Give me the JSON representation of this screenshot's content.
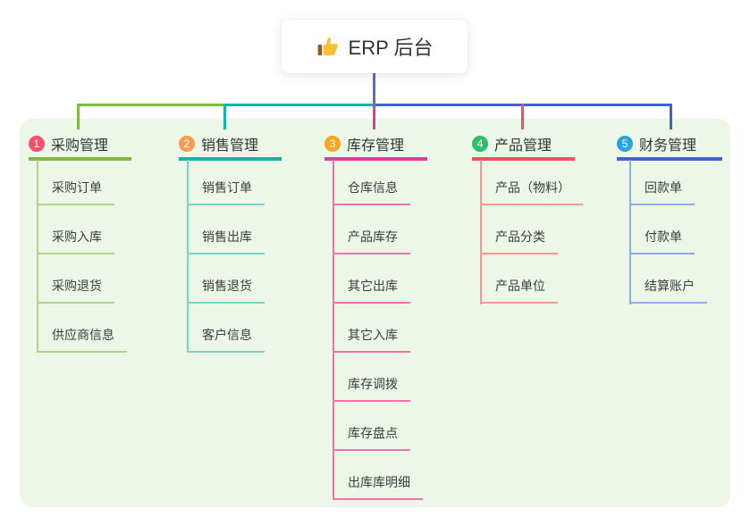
{
  "root": {
    "title": "ERP 后台",
    "icon": "thumbs-up-icon"
  },
  "branches": [
    {
      "index": "1",
      "label": "采购管理",
      "children": [
        "采购订单",
        "采购入库",
        "采购退货",
        "供应商信息"
      ]
    },
    {
      "index": "2",
      "label": "销售管理",
      "children": [
        "销售订单",
        "销售出库",
        "销售退货",
        "客户信息"
      ]
    },
    {
      "index": "3",
      "label": "库存管理",
      "children": [
        "仓库信息",
        "产品库存",
        "其它出库",
        "其它入库",
        "库存调拨",
        "库存盘点",
        "出库库明细"
      ]
    },
    {
      "index": "4",
      "label": "产品管理",
      "children": [
        "产品（物料）",
        "产品分类",
        "产品单位"
      ]
    },
    {
      "index": "5",
      "label": "财务管理",
      "children": [
        "回款单",
        "付款单",
        "结算账户"
      ]
    }
  ],
  "colors": {
    "panel-bg": "#ecf7e8",
    "root-line": "#5b6ac4",
    "branch1": "#7fba3f",
    "branch1-light": "#a9d687",
    "branch2": "#17b3a6",
    "branch2-light": "#79d3c9",
    "branch3": "#e03a9e",
    "branch3-light": "#f170b0",
    "branch4": "#f24f61",
    "branch4-light": "#f7978f",
    "branch5": "#4164c8",
    "branch5-light": "#92aae8",
    "badge1": "#f4526e",
    "badge2": "#f99a51",
    "badge3": "#f6a623",
    "badge4": "#2fbe6a",
    "badge5": "#28a4e0"
  }
}
